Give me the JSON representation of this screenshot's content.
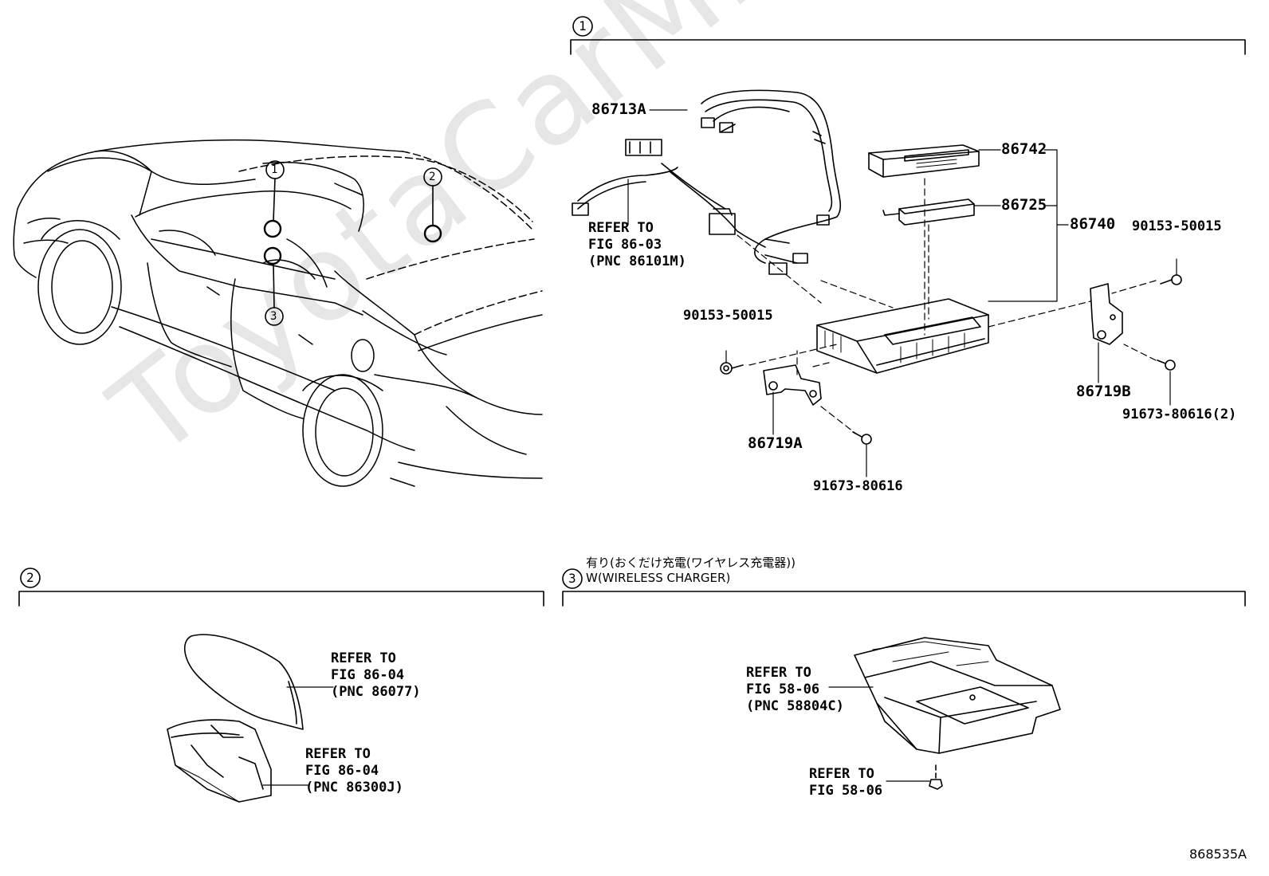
{
  "watermark": "ToyotaCarMine.ru",
  "figure_code": "868535A",
  "section1": {
    "marker": "1",
    "parts": {
      "p86713A": "86713A",
      "p86742": "86742",
      "p86725": "86725",
      "p86740": "86740",
      "p90153_right": "90153-50015",
      "p90153_left": "90153-50015",
      "p86719A": "86719A",
      "p86719B": "86719B",
      "p91673_right": "91673-80616(2)",
      "p91673_bottom": "91673-80616"
    },
    "refer": {
      "line1": "REFER TO",
      "line2": "FIG 86-03",
      "line3": "(PNC 86101M)"
    }
  },
  "section2": {
    "marker": "2",
    "refer_a": {
      "line1": "REFER TO",
      "line2": "FIG 86-04",
      "line3": "(PNC 86077)"
    },
    "refer_b": {
      "line1": "REFER TO",
      "line2": "FIG 86-04",
      "line3": "(PNC 86300J)"
    }
  },
  "section3": {
    "marker": "3",
    "title_jp": "有り(おくだけ充電(ワイヤレス充電器))",
    "title_en": "W(WIRELESS CHARGER)",
    "refer_a": {
      "line1": "REFER TO",
      "line2": "FIG 58-06",
      "line3": "(PNC 58804C)"
    },
    "refer_b": {
      "line1": "REFER TO",
      "line2": "FIG 58-06"
    }
  },
  "car_markers": [
    "1",
    "2",
    "3"
  ]
}
